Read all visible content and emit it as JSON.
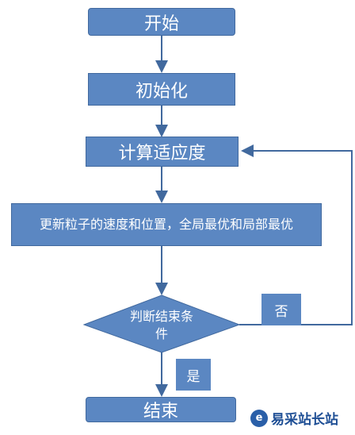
{
  "nodes": {
    "start": "开始",
    "init": "初始化",
    "fitness": "计算适应度",
    "update": "更新粒子的速度和位置，全局最优和局部最优",
    "condition": "判断结束条件",
    "end": "结束"
  },
  "labels": {
    "no": "否",
    "yes": "是"
  },
  "watermark": {
    "text": "易采站长站",
    "logo": "e"
  },
  "colors": {
    "box": "#5b87c2",
    "border": "#41699e",
    "arrow": "#41699e"
  }
}
